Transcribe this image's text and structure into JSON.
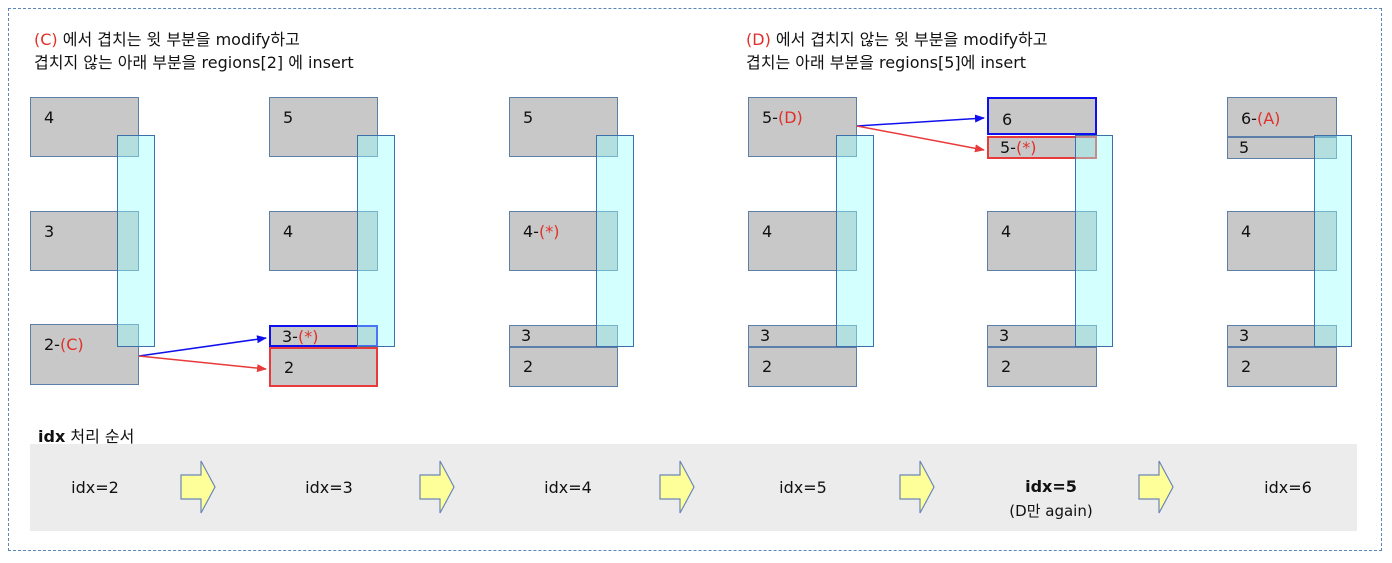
{
  "caption_left": {
    "tag": "(C)",
    "line1": " 에서 겹치는 윗 부분을 modify하고",
    "line2": "겹치지 않는 아래 부분을 regions[2] 에 insert"
  },
  "caption_right": {
    "tag": "(D)",
    "line1": " 에서 겹치지 않는 윗 부분을 modify하고",
    "line2": "겹치는 아래 부분을 regions[5]에 insert"
  },
  "columns": [
    {
      "boxes": [
        {
          "num": "4",
          "tag": ""
        },
        {
          "num": "3",
          "tag": ""
        },
        {
          "num": "2-",
          "tag": "(C)"
        }
      ]
    },
    {
      "boxes": [
        {
          "num": "5",
          "tag": ""
        },
        {
          "num": "4",
          "tag": ""
        },
        {
          "num": "3-",
          "tag": "(*)"
        },
        {
          "num": "2",
          "tag": ""
        }
      ]
    },
    {
      "boxes": [
        {
          "num": "5",
          "tag": ""
        },
        {
          "num": "4-",
          "tag": "(*)"
        },
        {
          "num": "3",
          "tag": ""
        },
        {
          "num": "2",
          "tag": ""
        }
      ]
    },
    {
      "boxes": [
        {
          "num": "5-",
          "tag": "(D)"
        },
        {
          "num": "4",
          "tag": ""
        },
        {
          "num": "3",
          "tag": ""
        },
        {
          "num": "2",
          "tag": ""
        }
      ]
    },
    {
      "boxes": [
        {
          "num": "6",
          "tag": ""
        },
        {
          "num": "5-",
          "tag": "(*)"
        },
        {
          "num": "4",
          "tag": ""
        },
        {
          "num": "3",
          "tag": ""
        },
        {
          "num": "2",
          "tag": ""
        }
      ]
    },
    {
      "boxes": [
        {
          "num": "6-",
          "tag": "(A)"
        },
        {
          "num": "5",
          "tag": ""
        },
        {
          "num": "4",
          "tag": ""
        },
        {
          "num": "3",
          "tag": ""
        },
        {
          "num": "2",
          "tag": ""
        }
      ]
    }
  ],
  "sequence_title": {
    "bold": "idx",
    "rest": " 처리 순서"
  },
  "sequence": [
    {
      "label": "idx=2",
      "sub": ""
    },
    {
      "label": "idx=3",
      "sub": ""
    },
    {
      "label": "idx=4",
      "sub": ""
    },
    {
      "label": "idx=5",
      "sub": ""
    },
    {
      "label": "idx=5",
      "sub": "(D만 again)",
      "bold": true
    },
    {
      "label": "idx=6",
      "sub": ""
    }
  ],
  "colors": {
    "box_fill": "#c8c8c8",
    "box_border": "#5b7fa8",
    "overlay": "#96ffff",
    "red": "#e0302a",
    "blue": "#1010ee",
    "arrow_fill": "#ffff99",
    "panel": "#ececec"
  }
}
